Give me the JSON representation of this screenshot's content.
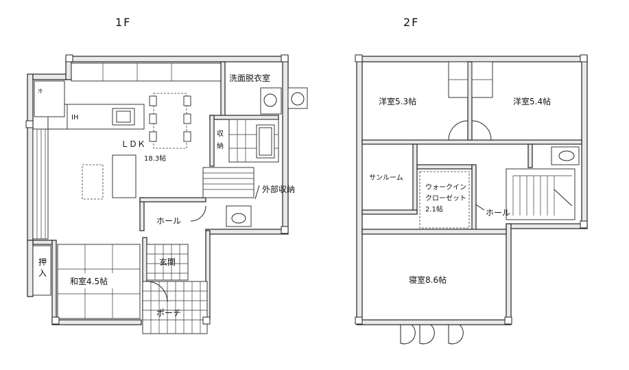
{
  "floors": {
    "first": {
      "label": "1F",
      "rooms": {
        "ldk_name": "ＬＤＫ",
        "ldk_size": "18.3帖",
        "washroom": "洗面脱衣室",
        "storage_a": "収",
        "storage_b": "納",
        "external_storage": "外部収納",
        "hall": "ホール",
        "entrance": "玄関",
        "washitsu": "和室4.5帖",
        "oshiire_a": "押",
        "oshiire_b": "入",
        "porch": "ポーチ",
        "ih": "IH"
      }
    },
    "second": {
      "label": "2F",
      "rooms": {
        "western_1": "洋室5.3帖",
        "western_2": "洋室5.4帖",
        "sunroom": "サンルーム",
        "walkin_line1": "ウォークイン",
        "walkin_line2": "クローゼット",
        "walkin_size": "2.1帖",
        "hall": "ホール",
        "bedroom": "寝室8.6帖"
      }
    }
  },
  "colors": {
    "line": "#222222",
    "wall_fill": "#e9e9e9",
    "background": "#ffffff"
  }
}
